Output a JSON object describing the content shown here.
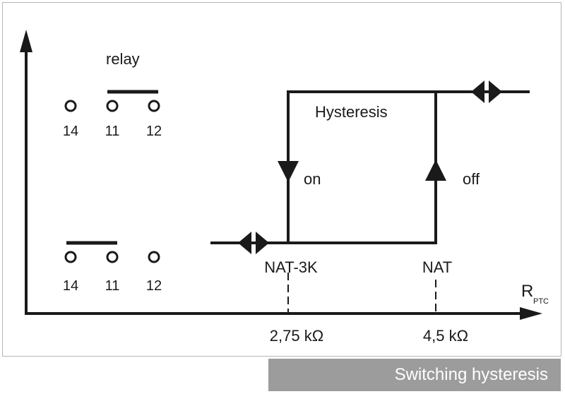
{
  "diagram": {
    "relay_label": "relay",
    "hysteresis_label": "Hysteresis",
    "on_label": "on",
    "off_label": "off",
    "nat_3k_label": "NAT-3K",
    "nat_label": "NAT",
    "tick_275": "2,75 kΩ",
    "tick_45": "4,5 kΩ",
    "axis_r": "R",
    "axis_r_sub": "PTC",
    "pins_top": [
      "14",
      "11",
      "12"
    ],
    "pins_bottom": [
      "14",
      "11",
      "12"
    ]
  },
  "caption": "Switching hysteresis",
  "colors": {
    "line": "#1a1a1a",
    "caption_bg": "#9c9c9c",
    "caption_text": "#ffffff",
    "frame": "#b5b5b5"
  }
}
